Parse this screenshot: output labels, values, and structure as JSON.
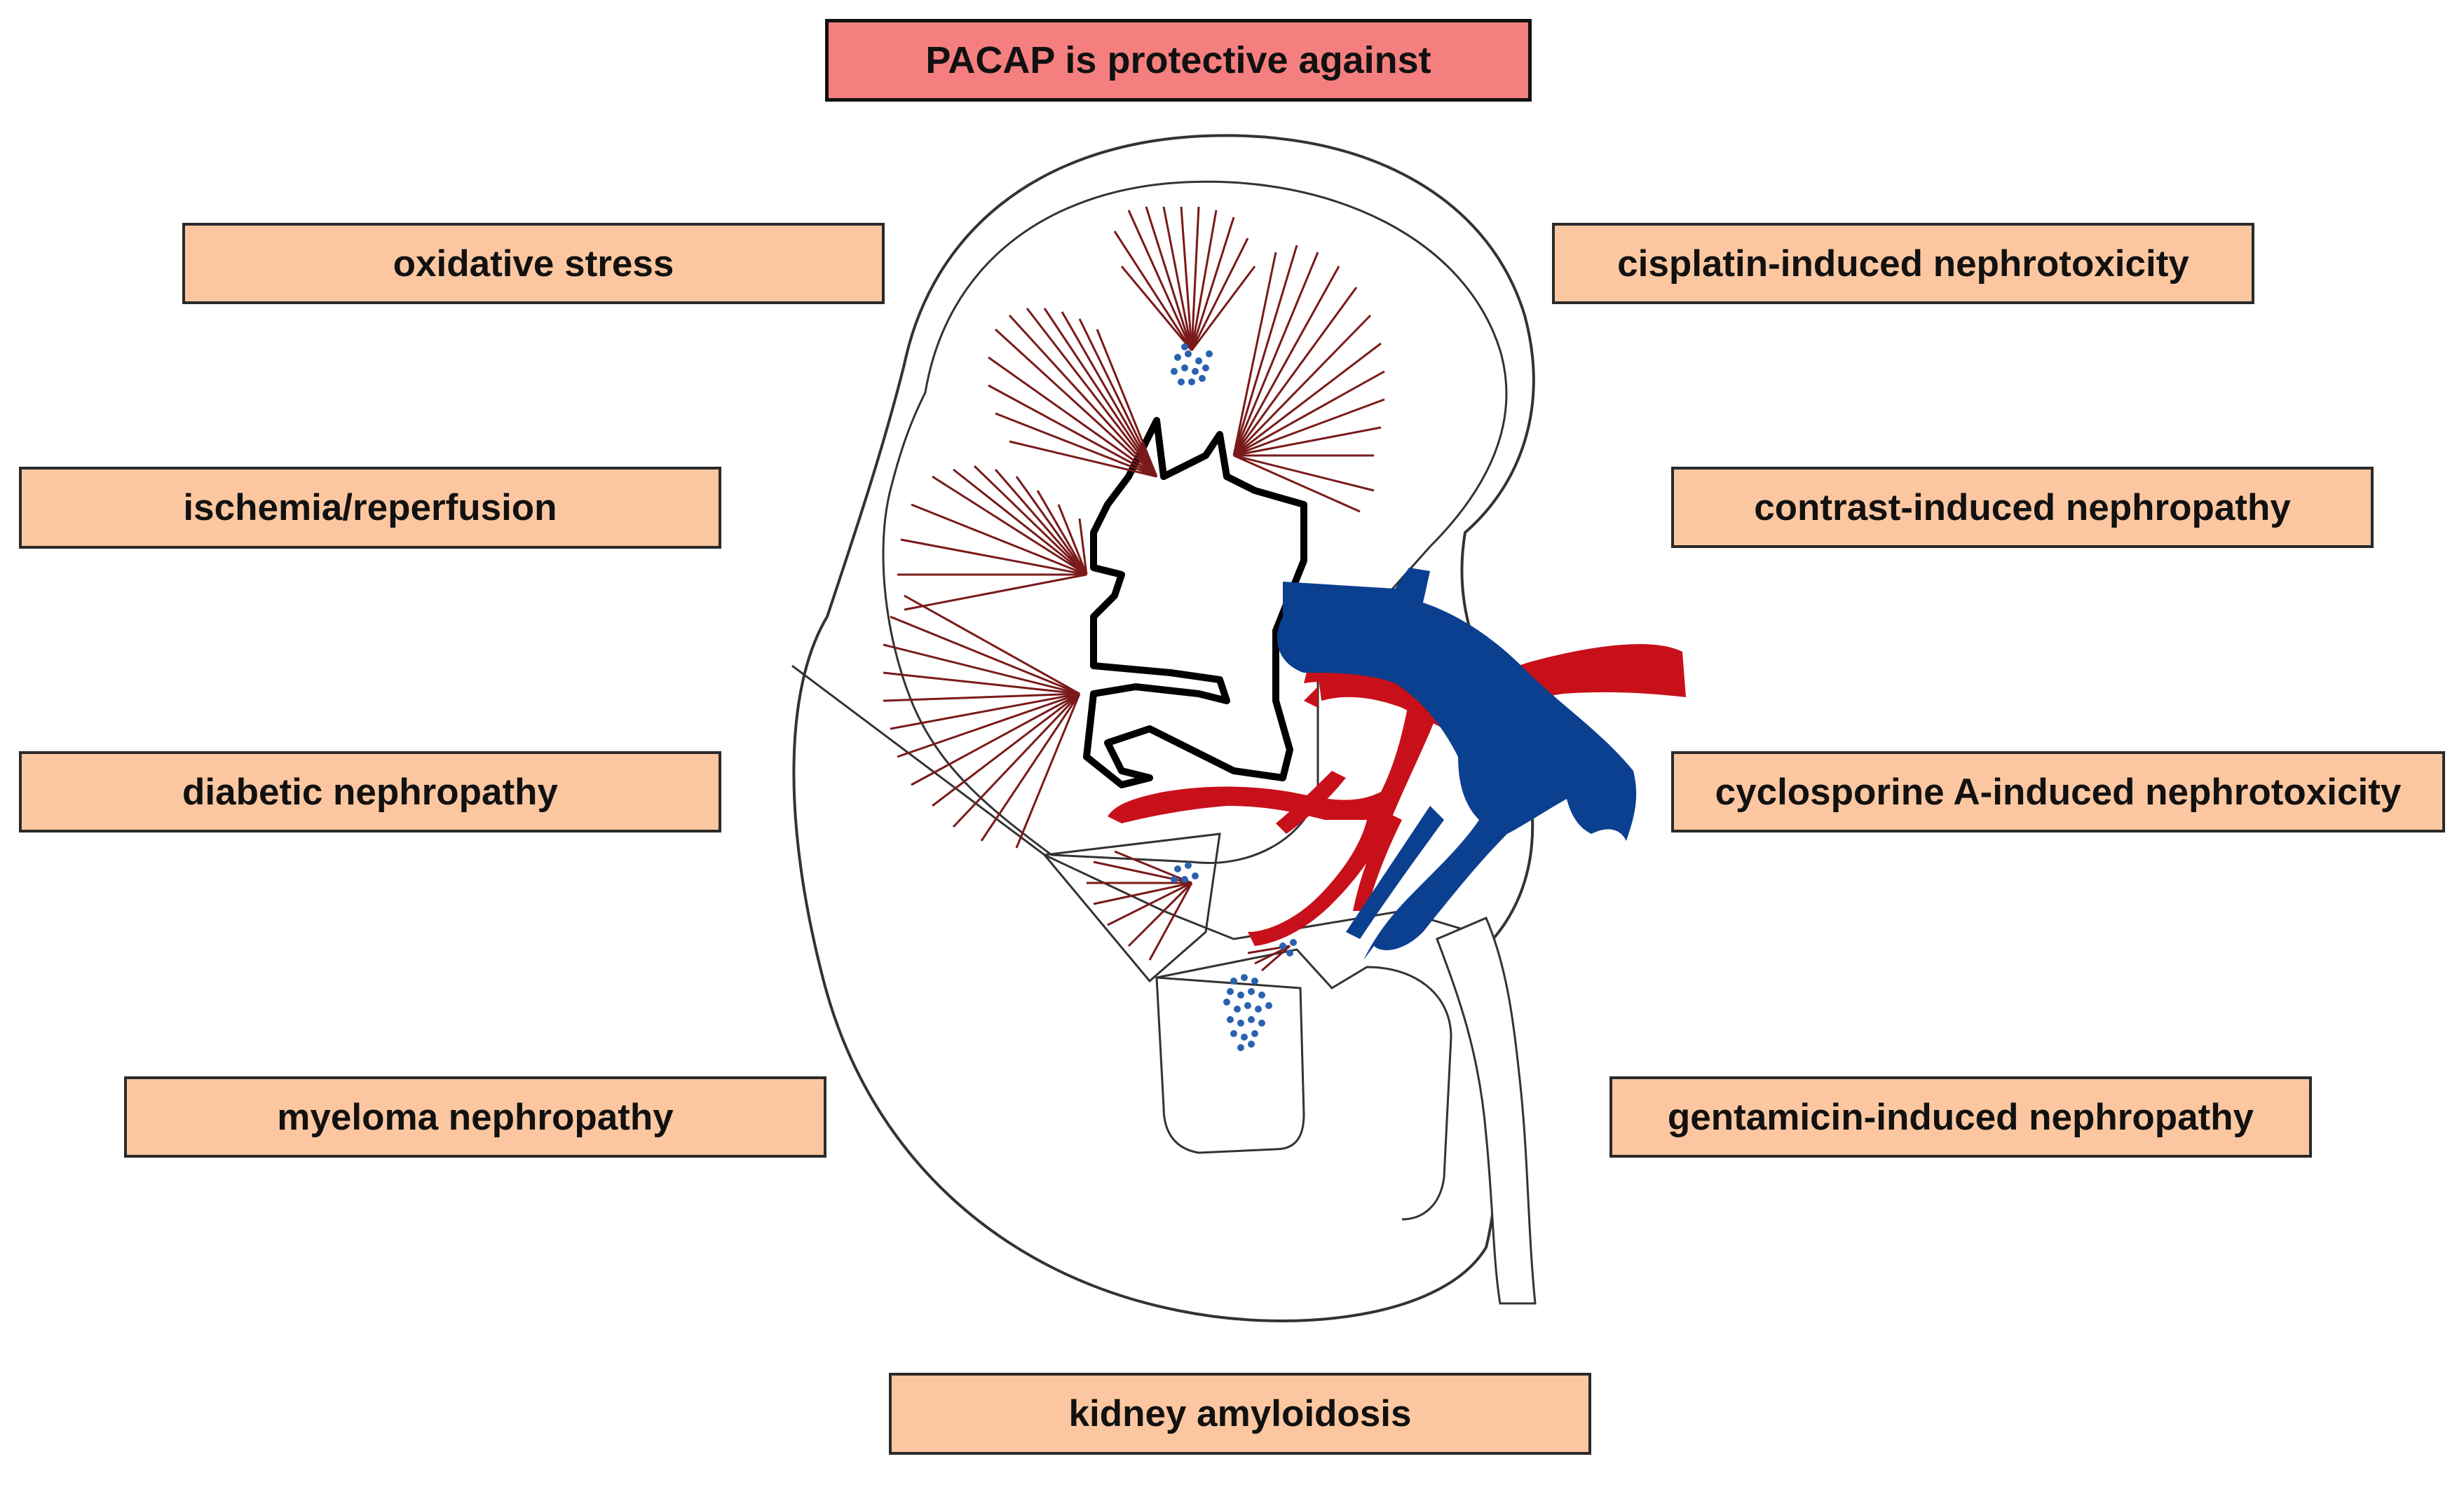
{
  "title": "PACAP is protective against",
  "conditions": {
    "oxidative_stress": "oxidative stress",
    "ischemia_reperfusion": "ischemia/reperfusion",
    "diabetic_nephropathy": "diabetic nephropathy",
    "myeloma_nephropathy": "myeloma nephropathy",
    "kidney_amyloidosis": "kidney amyloidosis",
    "cisplatin": "cisplatin-induced nephrotoxicity",
    "contrast": "contrast-induced nephropathy",
    "cyclosporine": "cyclosporine A-induced nephrotoxicity",
    "gentamicin": "gentamicin-induced nephropathy"
  },
  "colors": {
    "title_fill": "#f57f7f",
    "box_fill": "#fcc7a0",
    "artery": "#c8101a",
    "vein": "#0b3f8f",
    "medulla_lines": "#7a1a1a",
    "glomeruli_dots": "#2a62b0"
  }
}
